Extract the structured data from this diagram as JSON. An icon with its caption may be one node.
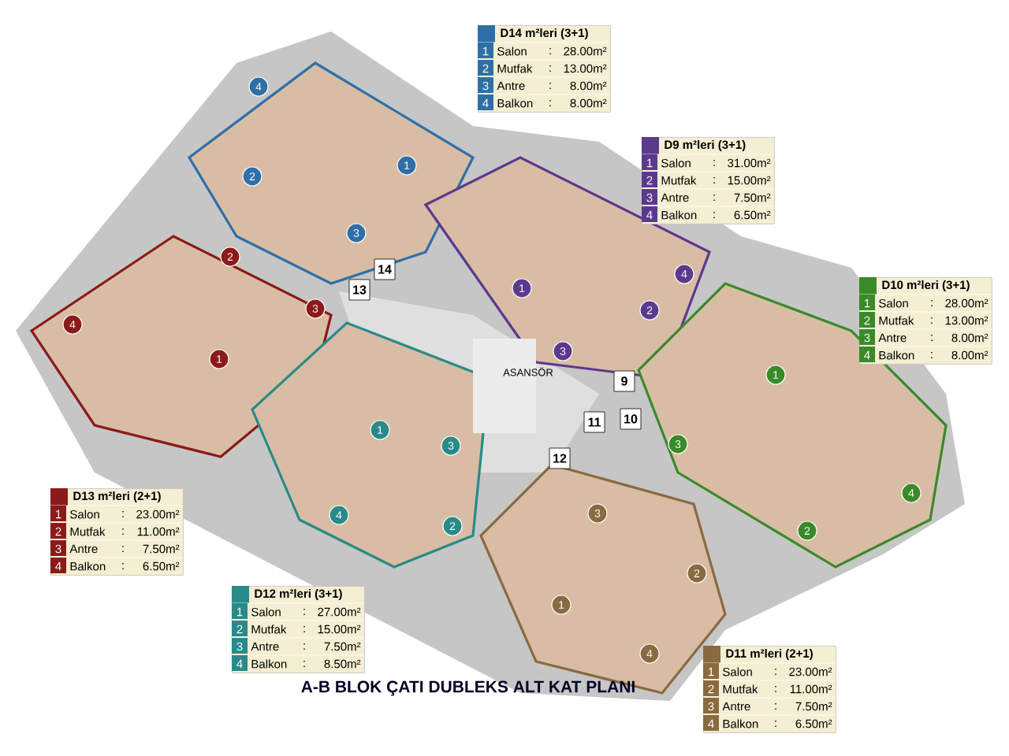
{
  "diagram": {
    "title": "A-B BLOK ÇATI DUBLEKS ALT KAT PLANI",
    "nodes": [
      {
        "text": [
          "D14 m²leri (3+1)",
          "1",
          "Salon",
          ":",
          "28.00m²",
          "2",
          "Mutfak",
          ":",
          "13.00m²",
          "3",
          "Antre",
          ":",
          "8.00m²",
          "4",
          "Balkon",
          ":",
          "8.00m²"
        ]
      },
      {
        "text": [
          "D9 m²leri (3+1)",
          "1",
          "Salon",
          ":",
          "31.00m²",
          "2",
          "Mutfak",
          ":",
          "15.00m²",
          "3",
          "Antre",
          ":",
          "7.50m²",
          "4",
          "Balkon",
          ":",
          "6.50m²"
        ]
      },
      {
        "text": [
          "D10 m²leri (3+1)",
          "1",
          "Salon",
          ":",
          "28.00m²",
          "2",
          "Mutfak",
          ":",
          "13.00m²",
          "3",
          "Antre",
          ":",
          "8.00m²",
          "4",
          "Balkon",
          ":",
          "8.00m²"
        ]
      },
      {
        "text": [
          "D13 m²leri (2+1)",
          "1",
          "Salon",
          ":",
          "23.00m²",
          "2",
          "Mutfak",
          ":",
          "11.00m²",
          "3",
          "Antre",
          ":",
          "7.50m²",
          "4",
          "Balkon",
          ":",
          "6.50m²"
        ]
      },
      {
        "text": [
          "D12 m²leri (3+1)",
          "1",
          "Salon",
          ":",
          "27.00m²",
          "2",
          "Mutfak",
          ":",
          "15.00m²",
          "3",
          "Antre",
          ":",
          "7.50m²",
          "4",
          "Balkon",
          ":",
          "8.50m²"
        ]
      },
      {
        "text": [
          "D11 m²leri (2+1)",
          "1",
          "Salon",
          ":",
          "23.00m²",
          "2",
          "Mutfak",
          ":",
          "11.00m²",
          "3",
          "Antre",
          ":",
          "7.50m²",
          "4",
          "Balkon",
          ":",
          "6.50m²"
        ]
      }
    ],
    "labels": [
      "4",
      "1",
      "2",
      "3",
      "2",
      "14",
      "4",
      "1",
      "13",
      "2",
      "3",
      "4",
      "3",
      "1",
      "ASANSÖR",
      "1",
      "9",
      "10",
      "11",
      "1",
      "3",
      "3",
      "12",
      "4",
      "3",
      "4",
      "2",
      "2",
      "2",
      "1",
      "4"
    ]
  }
}
